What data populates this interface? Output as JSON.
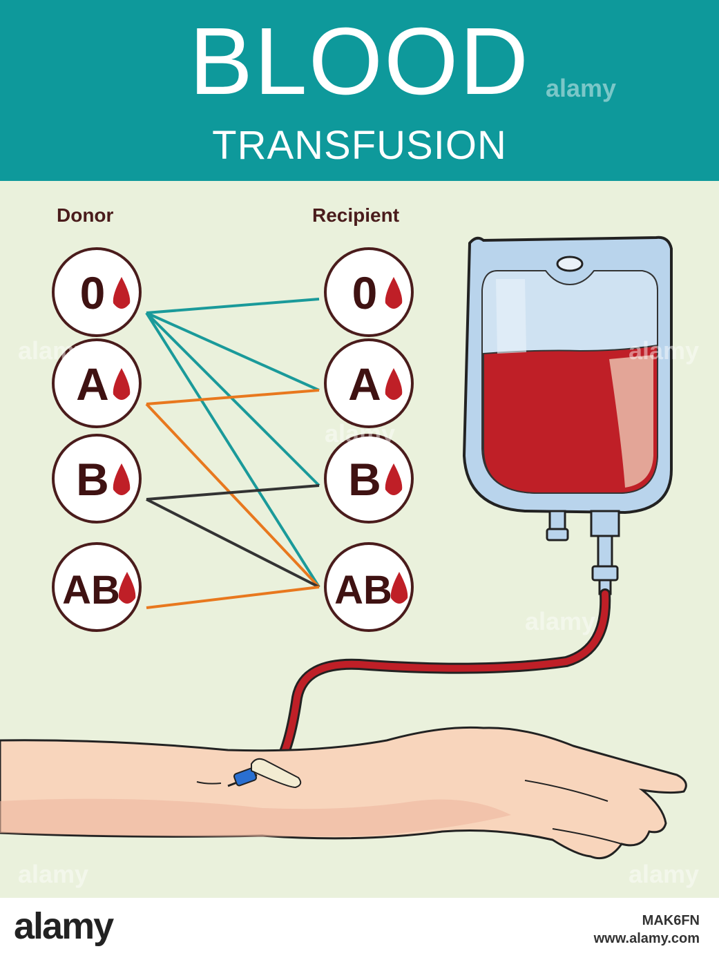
{
  "header": {
    "title": "BLOOD",
    "subtitle": "TRANSFUSION"
  },
  "columns": {
    "donor": "Donor",
    "recipient": "Recipient"
  },
  "donor_types": [
    "0",
    "A",
    "B",
    "AB"
  ],
  "recipient_types": [
    "0",
    "A",
    "B",
    "AB"
  ],
  "connections": [
    {
      "from": "0",
      "to": "0",
      "color": "#1a9a9a"
    },
    {
      "from": "0",
      "to": "A",
      "color": "#1a9a9a"
    },
    {
      "from": "0",
      "to": "B",
      "color": "#1a9a9a"
    },
    {
      "from": "0",
      "to": "AB",
      "color": "#1a9a9a"
    },
    {
      "from": "A",
      "to": "A",
      "color": "#e8781e"
    },
    {
      "from": "A",
      "to": "AB",
      "color": "#e8781e"
    },
    {
      "from": "B",
      "to": "B",
      "color": "#333333"
    },
    {
      "from": "B",
      "to": "AB",
      "color": "#333333"
    },
    {
      "from": "AB",
      "to": "AB",
      "color": "#e8781e"
    }
  ],
  "colors": {
    "header": "#0e999b",
    "background": "#eaf1dc",
    "blood": "#bf1f27",
    "circle_border": "#4a1c1c"
  },
  "icons": {
    "drop": "blood-drop-icon",
    "bag": "blood-bag-icon"
  },
  "footer": {
    "brand": "alamy",
    "image_id": "MAK6FN",
    "url": "www.alamy.com"
  }
}
